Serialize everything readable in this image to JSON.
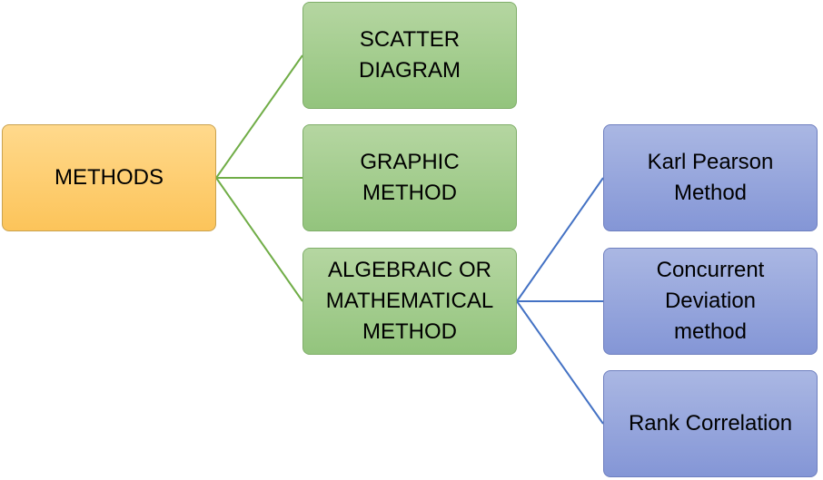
{
  "diagram": {
    "root": {
      "label": "METHODS"
    },
    "branches": [
      {
        "label": "SCATTER\nDIAGRAM"
      },
      {
        "label": "GRAPHIC\nMETHOD"
      },
      {
        "label": "ALGEBRAIC OR\nMATHEMATICAL\nMETHOD"
      }
    ],
    "sub_branches": [
      {
        "label": "Karl Pearson\nMethod"
      },
      {
        "label": "Concurrent\nDeviation\nmethod"
      },
      {
        "label": "Rank Correlation"
      }
    ]
  },
  "colors": {
    "root_fill": "#fcc45a",
    "branch_fill": "#93c47d",
    "sub_branch_fill": "#8496d6",
    "green_connector": "#70ad47",
    "blue_connector": "#4472c4"
  }
}
